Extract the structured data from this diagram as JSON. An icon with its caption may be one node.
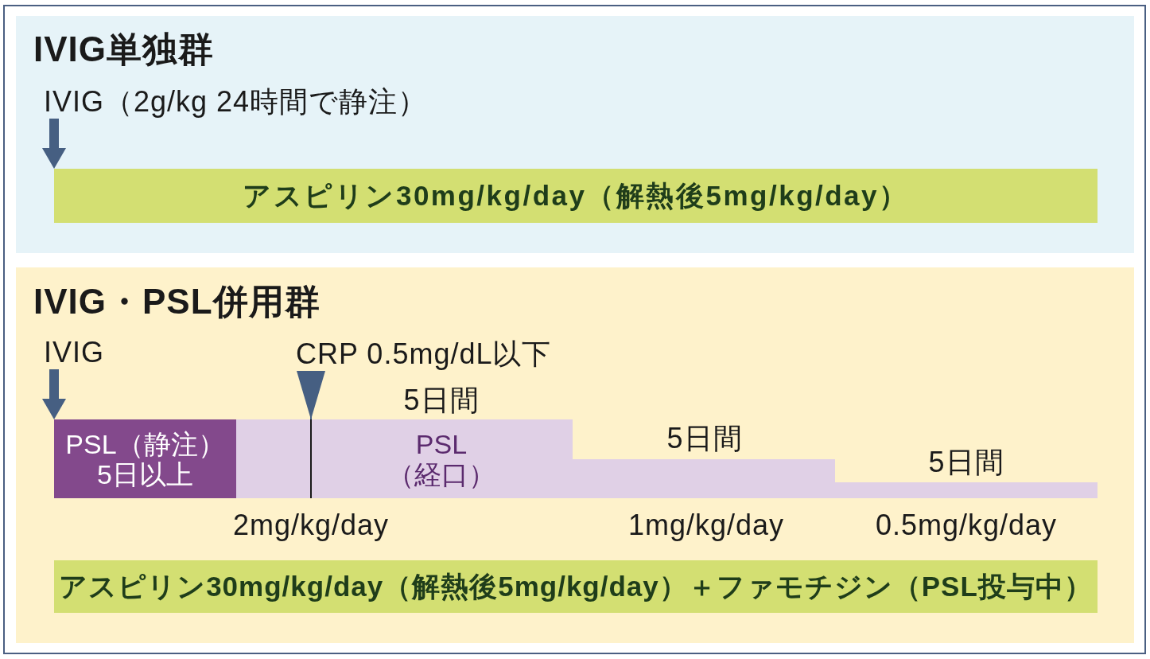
{
  "diagram": {
    "nodes": [
      {
        "text": [
          "IVIG単独群"
        ]
      },
      {
        "text": [
          "IVIG（2g/kg 24時間で静注）"
        ],
        "in": 0
      },
      {
        "text": [
          "アスピリン30mg/kg/day（解熱後5mg/kg/day）"
        ],
        "in": 0
      },
      {
        "text": [
          "IVIG・PSL併用群"
        ]
      },
      {
        "text": [
          "IVIG"
        ],
        "in": 3
      },
      {
        "text": [
          "CRP 0.5mg/dL以下"
        ],
        "in": 3
      },
      {
        "text": [
          "PSL（静注） 5日以上"
        ],
        "in": 3
      },
      {
        "text": [
          "PSL （経口）"
        ],
        "in": 3,
        "beside": [
          "5日間"
        ]
      },
      {
        "text": [],
        "shape": "bar",
        "in": 3,
        "beside": [
          "5日間"
        ]
      },
      {
        "text": [],
        "shape": "bar",
        "in": 3,
        "beside": [
          "5日間"
        ]
      },
      {
        "text": [
          "アスピリン30mg/kg/day（解熱後5mg/kg/day）＋ファモチジン（PSL投与中）"
        ],
        "in": 3
      }
    ],
    "edges": [
      {
        "from": 1,
        "to": 2,
        "arrow": "to"
      },
      {
        "from": 4,
        "to": 6,
        "arrow": "to"
      },
      {
        "from": 5,
        "to": 7,
        "arrow": "to"
      }
    ],
    "labels": [
      "2mg/kg/day",
      "1mg/kg/day",
      "0.5mg/kg/day"
    ]
  }
}
